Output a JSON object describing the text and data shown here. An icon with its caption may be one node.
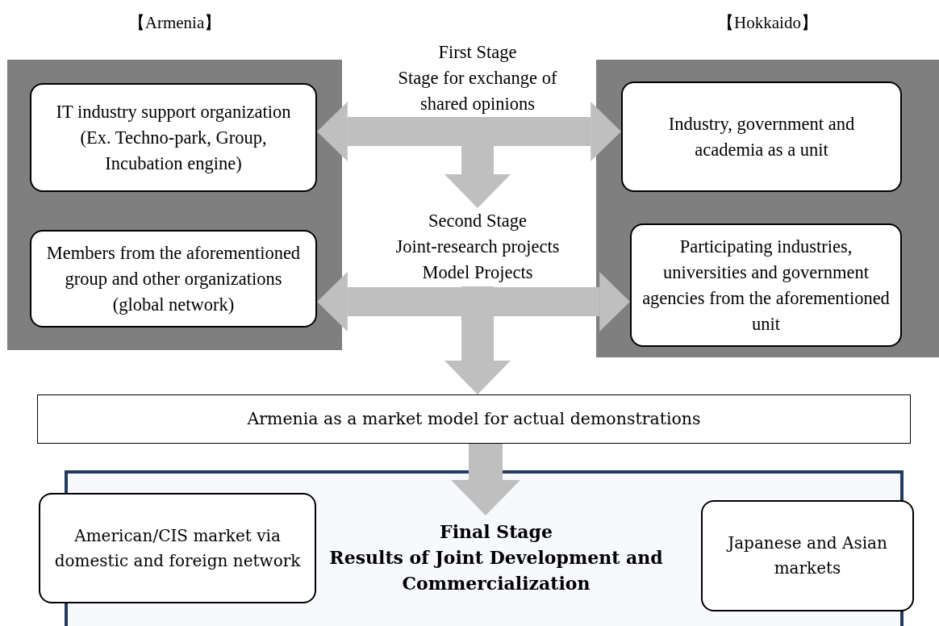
{
  "diagram": {
    "nodes": [
      {
        "text": [
          "【Armenia】"
        ]
      },
      {
        "text": [
          "IT industry support organization (Ex. Techno-park, Group, Incubation engine)"
        ],
        "in": 0
      },
      {
        "text": [
          "Members from the aforementioned group and other organizations (global network)"
        ],
        "in": 0
      },
      {
        "text": [
          "【Hokkaido】"
        ]
      },
      {
        "text": [
          "Industry, government and academia as a unit"
        ],
        "in": 3
      },
      {
        "text": [
          "Participating industries, universities and government agencies from the aforementioned unit"
        ],
        "in": 3
      },
      {
        "text": [
          "First Stage",
          "Stage for exchange of shared opinions"
        ]
      },
      {
        "text": [
          "Second Stage",
          "Joint-research projects",
          "Model Projects"
        ]
      },
      {
        "text": [
          "Armenia as a market model for actual demonstrations"
        ]
      },
      {
        "text": [],
        "shape": "box"
      },
      {
        "text": [
          "American/CIS market via domestic and foreign network"
        ]
      },
      {
        "text": [
          "Final Stage",
          "Results of Joint Development and Commercialization"
        ],
        "in": 9
      },
      {
        "text": [
          "Japanese and Asian markets"
        ],
        "in": 9
      }
    ],
    "edges": [
      {
        "from": 1,
        "to": 4,
        "arrow": "both"
      },
      {
        "from": 6,
        "to": 7,
        "arrow": "to"
      },
      {
        "from": 2,
        "to": 5,
        "arrow": "both"
      },
      {
        "from": 7,
        "to": 8,
        "arrow": "to"
      },
      {
        "from": 8,
        "to": 11,
        "arrow": "to"
      }
    ]
  }
}
